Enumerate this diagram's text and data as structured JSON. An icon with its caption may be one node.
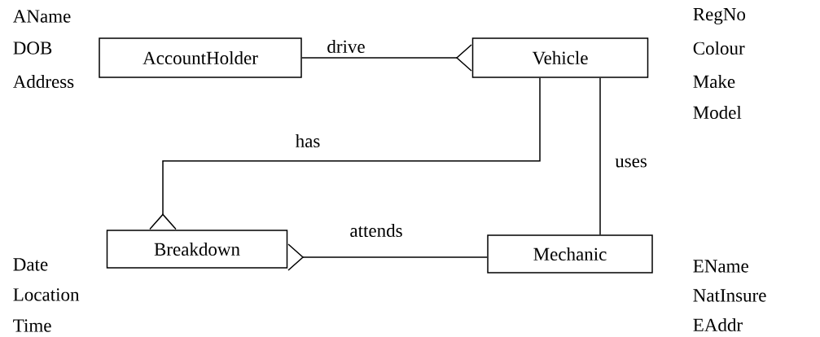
{
  "diagram": {
    "nodes": [
      {
        "text": [
          "AccountHolder"
        ],
        "beside": [
          "AName",
          "DOB",
          "Address"
        ]
      },
      {
        "text": [
          "Vehicle"
        ],
        "beside": [
          "RegNo",
          "Colour",
          "Make",
          "Model"
        ]
      },
      {
        "text": [
          "Breakdown"
        ],
        "beside": [
          "Date",
          "Location",
          "Time"
        ]
      },
      {
        "text": [
          "Mechanic"
        ],
        "beside": [
          "EName",
          "NatInsure",
          "EAddr"
        ]
      }
    ],
    "edges": [
      {
        "from": 0,
        "to": 1,
        "arrow": "other",
        "label": "drive"
      },
      {
        "from": 1,
        "to": 2,
        "arrow": "other",
        "label": "has"
      },
      {
        "from": 1,
        "to": 3,
        "arrow": "none",
        "label": "uses"
      },
      {
        "from": 3,
        "to": 2,
        "arrow": "other",
        "label": "attends"
      }
    ]
  }
}
